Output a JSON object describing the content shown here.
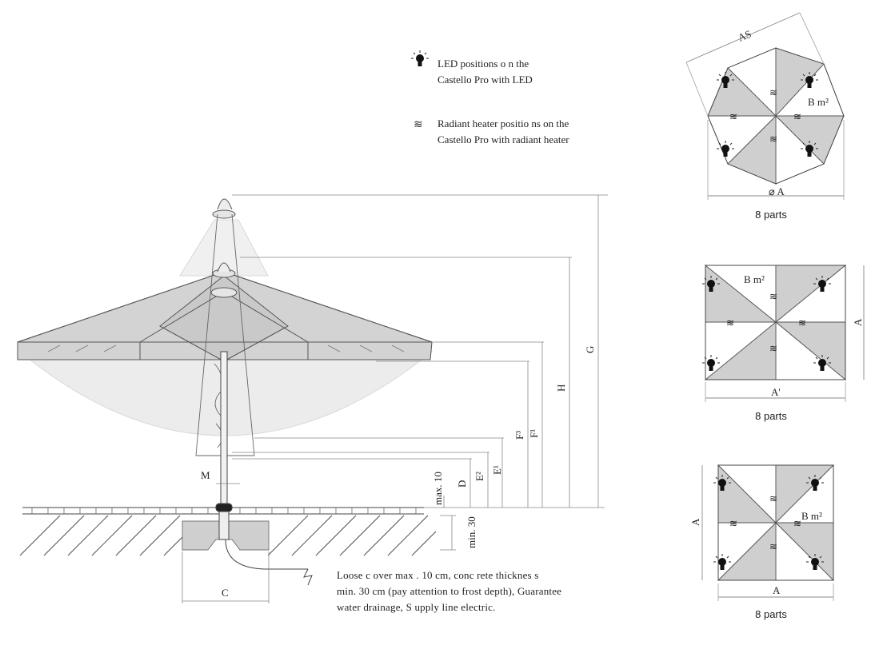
{
  "legend": {
    "led": {
      "icon": "lightbulb-icon",
      "line1": "LED positions o n the",
      "line2": "Castello Pro with LED"
    },
    "heater": {
      "icon": "radiant-heater-icon",
      "glyph": "≋",
      "line1": "Radiant heater positio ns on the",
      "line2": "Castello Pro with radiant heater"
    }
  },
  "elevation": {
    "dimensions": {
      "G": "G",
      "H": "H",
      "F3": "F³",
      "F1": "F¹",
      "E1": "E¹",
      "E2": "E²",
      "D": "D",
      "max10": "max. 10",
      "min30": "min. 30",
      "M": "M",
      "C": "C"
    },
    "note": {
      "line1": "Loose c over max . 10 cm, conc rete thicknes s",
      "line2": "min. 30 cm (pay attention to frost depth), Guarantee",
      "line3": "water drainage, S upply line electric."
    }
  },
  "plans": {
    "octagon": {
      "side_label": "AS",
      "diameter_label": "⌀ A",
      "area_label": "B m²",
      "parts": "8 parts"
    },
    "rectangle": {
      "width_label": "A'",
      "height_label": "A",
      "area_label": "B m²",
      "parts": "8 parts"
    },
    "square": {
      "width_label": "A",
      "height_label": "A",
      "area_label": "B m²",
      "parts": "8 parts"
    }
  },
  "colors": {
    "segment_fill": "#cfcfcf",
    "canopy_fill": "#d3d3d3",
    "light_cone": "#ececec",
    "line": "#555555"
  }
}
